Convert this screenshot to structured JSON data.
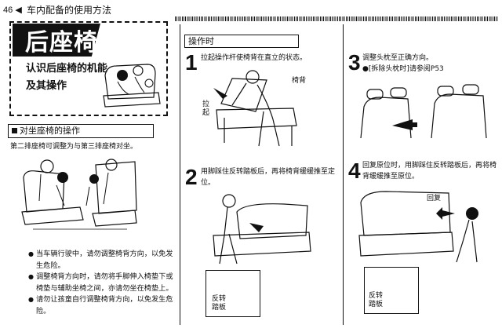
{
  "header": {
    "page_number": "46",
    "page_arrow": "◀",
    "section": "车内配备的使用方法"
  },
  "title_block": {
    "title": "后座椅",
    "subtitle": "认识后座椅的机能及其操作"
  },
  "left": {
    "section_title": "对坐座椅的操作",
    "intro": "第二排座椅可调整为与第三排座椅对坐。",
    "bullets": [
      "当车辆行驶中，请勿调整椅背方向，以免发生危险。",
      "调整椅背方向时，请勿将手脚伸入椅垫下或椅垫与辅助坐椅之间，亦请勿坐在椅垫上。",
      "请勿让孩童自行调整椅背方向，以免发生危险。"
    ]
  },
  "operation": {
    "heading": "操作时",
    "steps": [
      {
        "num": "1",
        "text": "拉起操作杆使椅背在直立的状态。",
        "labels": {
          "backrest": "椅背",
          "pull_up": "拉起"
        }
      },
      {
        "num": "2",
        "text": "用脚踩住反转踏板后，再将椅背缓缓推至定位。",
        "labels": {
          "pedal": "反转踏板"
        }
      },
      {
        "num": "3",
        "text": "调整头枕至正确方向。",
        "note_bullet": "●",
        "note_link": "拆除头枕时",
        "note_ref": "请参阅P53"
      },
      {
        "num": "4",
        "text": "回复原位时，用脚踩住反转踏板后，再将椅背缓缓推至原位。",
        "labels": {
          "restore": "回复",
          "pedal": "反转踏板"
        }
      }
    ]
  }
}
